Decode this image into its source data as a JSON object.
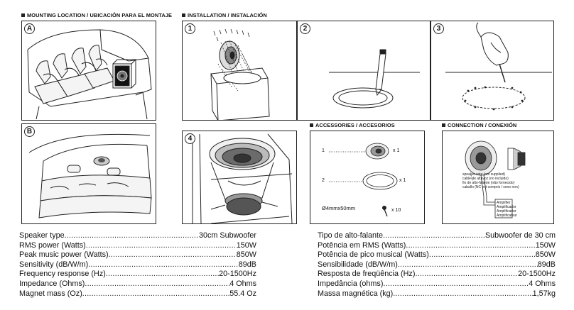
{
  "headers": {
    "mounting": "MOUNTING LOCATION / UBICACIÓN PARA EL MONTAJE",
    "installation": "INSTALLATION / INSTALACIÓN",
    "accessories": "ACCESSORIES / ACCESORIOS",
    "connection": "CONNECTION / CONEXIÓN"
  },
  "badges": {
    "a": "A",
    "b": "B",
    "step1": "1",
    "step2": "2",
    "step3": "3",
    "step4": "4"
  },
  "accessories": {
    "item1_num": "1",
    "item1_qty": "x 1",
    "item2_num": "2",
    "item2_qty": "x 1",
    "item3_label": "Ø4mmx50mm",
    "item3_qty": "x 10"
  },
  "connection_notes": {
    "n1": "speaker wire (not supplied)",
    "n2": "cable de altavoz (no incluido)",
    "n3": "fio de alto-falante (não fornecido)",
    "n4": "caballo (NC est compris / sono non)",
    "amp1": "Amplifier",
    "amp2": "Amplificador",
    "amp3": "Amplificador",
    "amp4": "Amplificateur"
  },
  "specs_en": [
    {
      "label": "Speaker type",
      "value": "30cm Subwoofer"
    },
    {
      "label": "RMS power (Watts)",
      "value": "150W"
    },
    {
      "label": "Peak music power (Watts)",
      "value": "850W"
    },
    {
      "label": "Sensitivity (dB/W/m)",
      "value": "89dB"
    },
    {
      "label": "Frequency response (Hz)",
      "value": "20-1500Hz"
    },
    {
      "label": "Impedance (Ohms)",
      "value": "4 Ohms"
    },
    {
      "label": "Magnet mass (Oz)",
      "value": "55.4 Oz"
    }
  ],
  "specs_pt": [
    {
      "label": "Tipo de alto-falante",
      "value": "Subwoofer de 30 cm"
    },
    {
      "label": "Potência em RMS (Watts)",
      "value": "150W"
    },
    {
      "label": "Potência de pico musical (Watts)",
      "value": "850W"
    },
    {
      "label": "Sensibilidade (dB/W/m)",
      "value": "89dB"
    },
    {
      "label": "Resposta de freqüência (Hz)",
      "value": "20-1500Hz"
    },
    {
      "label": "Impedância (ohms)",
      "value": "4 Ohms"
    },
    {
      "label": "Massa magnética (kg)",
      "value": "1,57kg"
    }
  ]
}
